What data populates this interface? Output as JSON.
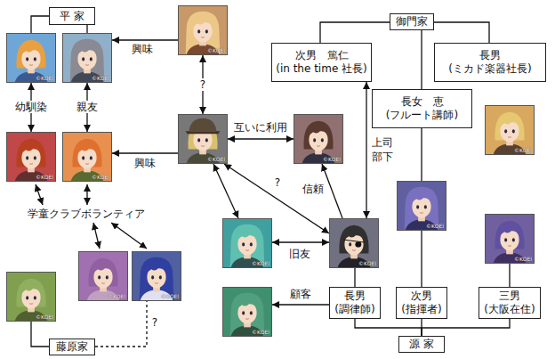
{
  "diagram": {
    "nodes": [
      {
        "text": [
          "平 家"
        ]
      },
      {
        "text": [
          "©KOEI"
        ]
      },
      {
        "text": [
          "©KOEI"
        ]
      },
      {
        "text": [
          "©KOEI"
        ]
      },
      {
        "text": [
          "御門家"
        ]
      },
      {
        "text": [
          "次男　篤仁",
          "(in the time 社長)"
        ]
      },
      {
        "text": [
          "長男",
          "(ミカド楽器社長)"
        ]
      },
      {
        "text": [
          "長女　恵",
          "(フルート講師)"
        ]
      },
      {
        "text": [
          "©KOEI"
        ]
      },
      {
        "text": [
          "©KOEI"
        ]
      },
      {
        "text": [
          "©KOEI"
        ]
      },
      {
        "text": [
          "©KOEI"
        ]
      },
      {
        "text": [
          "©KOEI"
        ]
      },
      {
        "text": [
          "©KOEI"
        ]
      },
      {
        "text": [
          "©KOEI"
        ]
      },
      {
        "text": [
          "©KOEI"
        ]
      },
      {
        "text": [
          "©KOEI"
        ]
      },
      {
        "text": [
          "©KOEI"
        ]
      },
      {
        "text": [
          "©KOEI"
        ]
      },
      {
        "text": [
          "©KOEI"
        ]
      },
      {
        "text": [
          "©KOEI"
        ]
      },
      {
        "text": [
          "長男",
          "(調律師)"
        ]
      },
      {
        "text": [
          "次男",
          "(指揮者)"
        ]
      },
      {
        "text": [
          "三男",
          "(大阪在住)"
        ]
      },
      {
        "text": [
          "藤原家"
        ]
      },
      {
        "text": [
          "源 家"
        ]
      }
    ],
    "edges": [
      {
        "from": 0,
        "to": 1,
        "arrow": "none"
      },
      {
        "from": 0,
        "to": 2,
        "arrow": "none"
      },
      {
        "from": 3,
        "to": 2,
        "label": "興味",
        "arrow": "to"
      },
      {
        "from": 1,
        "to": 9,
        "label": "幼馴染",
        "arrow": "both"
      },
      {
        "from": 2,
        "to": 10,
        "label": "親友",
        "arrow": "both"
      },
      {
        "from": 3,
        "to": 11,
        "label": "?",
        "arrow": "both"
      },
      {
        "from": 4,
        "to": 5,
        "arrow": "none"
      },
      {
        "from": 4,
        "to": 6,
        "arrow": "none"
      },
      {
        "from": 4,
        "to": 7,
        "arrow": "none"
      },
      {
        "from": 11,
        "to": 12,
        "label": "互いに利用",
        "arrow": "both"
      },
      {
        "from": 11,
        "to": 10,
        "label": "興味",
        "arrow": "to"
      },
      {
        "from": 5,
        "to": 15,
        "label": "上司 部下",
        "arrow": "both"
      },
      {
        "from": 15,
        "to": 12,
        "label": "信頼",
        "arrow": "to"
      },
      {
        "from": 11,
        "to": 14,
        "arrow": "both"
      },
      {
        "from": 11,
        "to": 15,
        "label": "?",
        "arrow": "both"
      },
      {
        "from": 14,
        "to": 15,
        "label": "旧友",
        "arrow": "both"
      },
      {
        "from": 7,
        "to": 13,
        "arrow": "none"
      },
      {
        "from": 13,
        "to": 22,
        "arrow": "none"
      },
      {
        "from": 15,
        "to": 21,
        "arrow": "none"
      },
      {
        "from": 16,
        "to": 23,
        "arrow": "none"
      },
      {
        "from": 21,
        "to": 20,
        "label": "顧客",
        "arrow": "to"
      },
      {
        "from": 25,
        "to": 21,
        "arrow": "none"
      },
      {
        "from": 25,
        "to": 22,
        "arrow": "none"
      },
      {
        "from": 25,
        "to": 23,
        "arrow": "none"
      },
      {
        "from": 24,
        "to": 19,
        "arrow": "none"
      },
      {
        "from": 24,
        "to": 18,
        "label": "?",
        "arrow": "none"
      }
    ],
    "labels": [
      "学童クラブボランティア"
    ]
  }
}
